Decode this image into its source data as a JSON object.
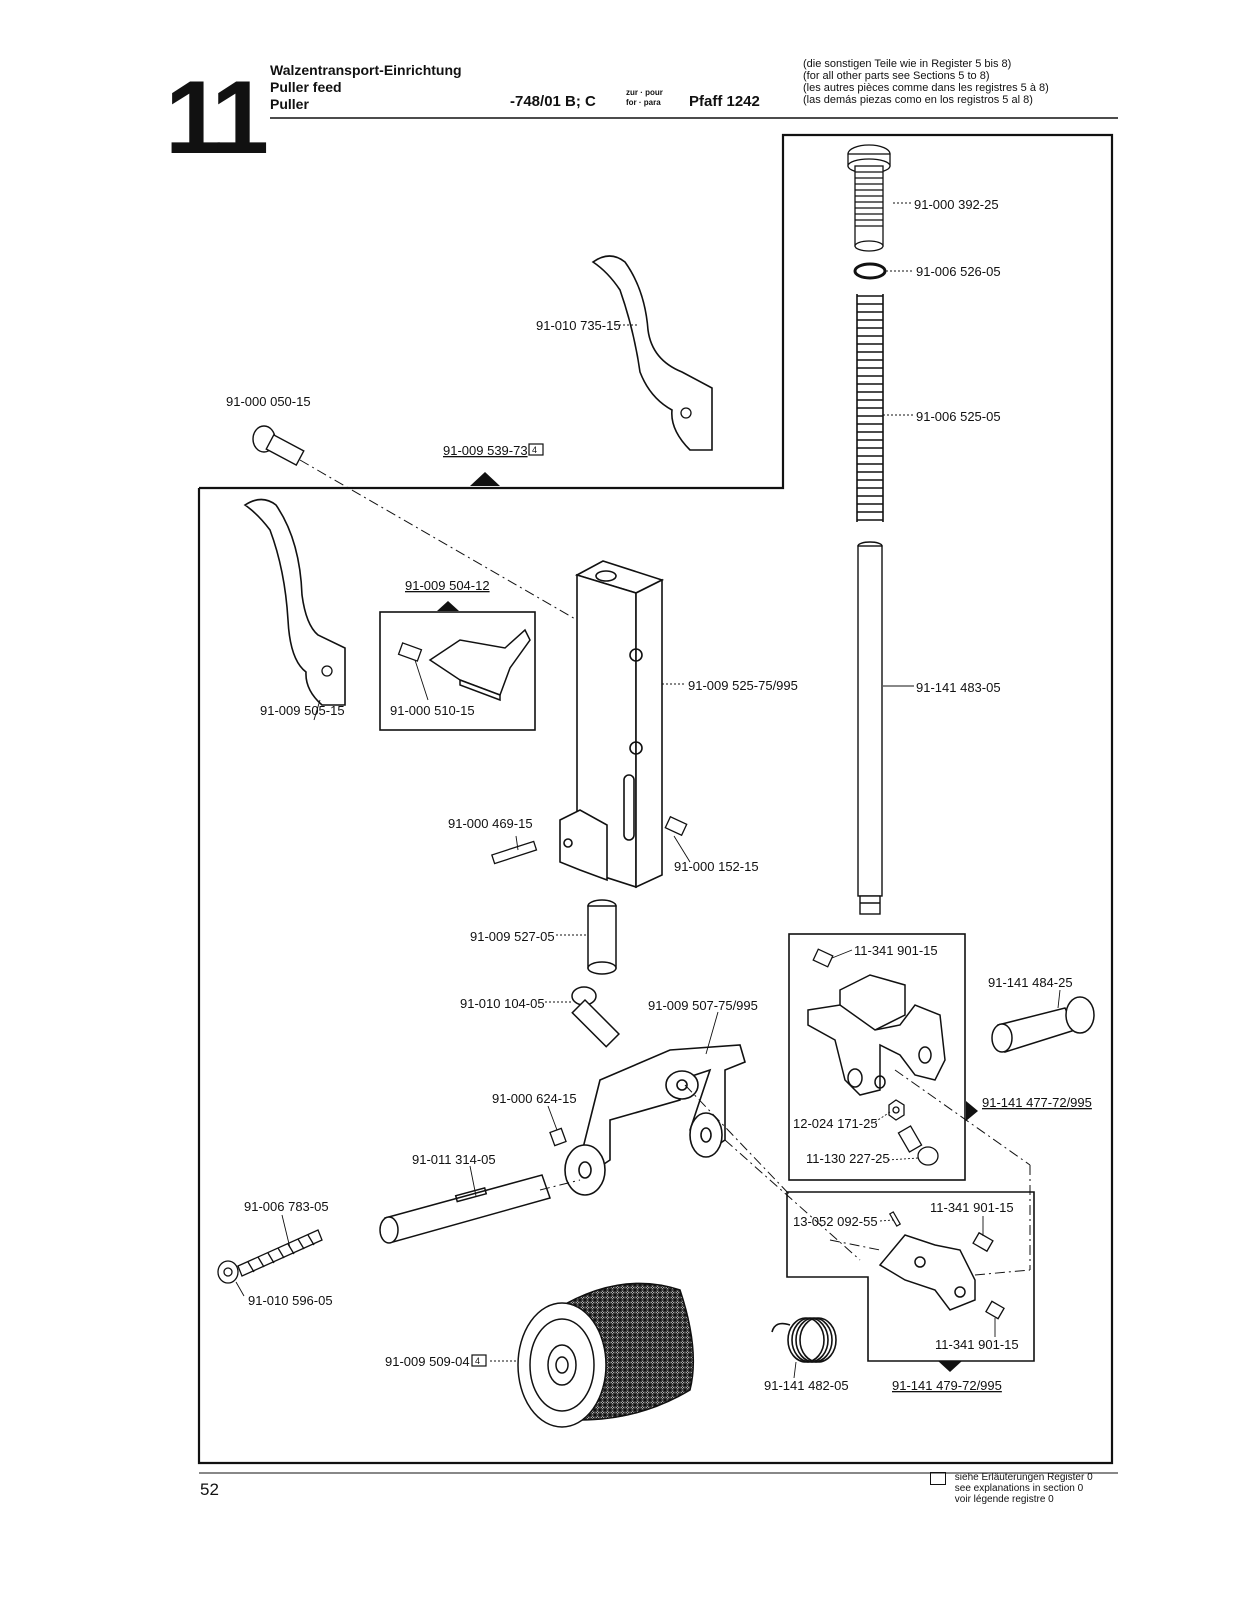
{
  "header": {
    "section_number": "11",
    "title_de": "Walzentransport-Einrichtung",
    "title_en": "Puller feed",
    "title_fr": "Puller",
    "model": "-748/01 B; C",
    "zur_pour": "zur · pour",
    "for_para": "for · para",
    "machine": "Pfaff 1242",
    "notes": [
      "(die sonstigen Teile wie in Register 5 bis 8)",
      "(for all other parts see Sections 5 to 8)",
      "(les autres pièces comme dans les registres 5 à 8)",
      "(las demás piezas como en los registros 5 al 8)"
    ]
  },
  "parts": {
    "p1": "91-000 392-25",
    "p2": "91-006 526-05",
    "p3": "91-010 735-15",
    "p4": "91-006 525-05",
    "p5": "91-000 050-15",
    "p6": "91-009 539-73",
    "p7": "91-009 504-12",
    "p8": "91-009 525-75/995",
    "p9": "91-141 483-05",
    "p10": "91-009 505-15",
    "p11": "91-000 510-15",
    "p12": "91-000 469-15",
    "p13": "91-000 152-15",
    "p14": "91-009 527-05",
    "p15": "11-341 901-15",
    "p16": "91-141 484-25",
    "p17": "91-010 104-05",
    "p18": "91-009 507-75/995",
    "p19": "91-000 624-15",
    "p20": "91-141 477-72/995",
    "p21": "12-024 171-25",
    "p22": "11-130 227-25",
    "p23": "91-011 314-05",
    "p24": "91-006 783-05",
    "p25": "13-052 092-55",
    "p26": "11-341 901-15",
    "p27": "91-010 596-05",
    "p28": "11-341 901-15",
    "p29": "91-009 509-04",
    "p30": "91-141 482-05",
    "p31": "91-141 479-72/995",
    "box_mark": "4"
  },
  "footer": {
    "page_number": "52",
    "legend": [
      "siehe Erläuterungen Register 0",
      "see explanations in section 0",
      "voir légende registre 0"
    ]
  }
}
